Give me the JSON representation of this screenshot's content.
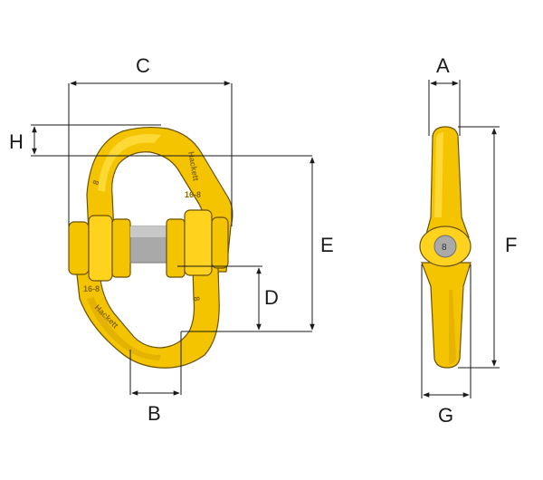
{
  "labels": {
    "a": "A",
    "b": "B",
    "c": "C",
    "d": "D",
    "e": "E",
    "f": "F",
    "g": "G",
    "h": "H"
  },
  "embossing": {
    "grade_top": "8",
    "grade_bottom": "8",
    "size_top": "16-8",
    "size_bottom": "16-8",
    "brand_top": "Hackett",
    "brand_bottom": "Hackett",
    "side_pin": "8"
  },
  "colors": {
    "link_yellow": "#f4c400",
    "link_shadow": "#d9a600",
    "link_highlight": "#ffe24a",
    "pin_grey": "#a9a9a9",
    "dimension_lines": "#1a1a1a"
  }
}
